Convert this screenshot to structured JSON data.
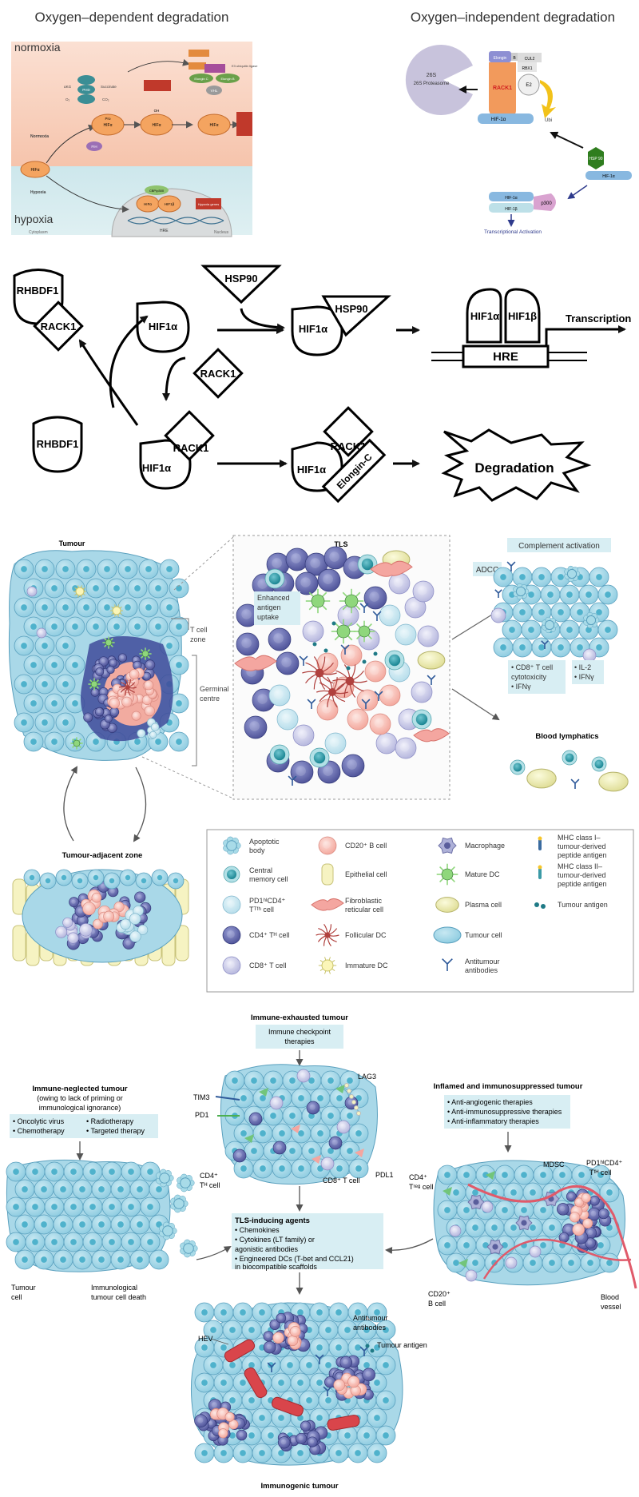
{
  "panel1": {
    "left_title": "Oxygen–dependent degradation",
    "right_title": "Oxygen–independent degradation",
    "normoxia_label": "normoxia",
    "hypoxia_label": "hypoxia",
    "left_mini": {
      "normoxia": "Normoxia",
      "hypoxia": "Hypoxia",
      "cytoplasm": "Cytoplasm",
      "nucleus": "Nucleus",
      "hre": "HRE",
      "hif_alpha": "HIFα",
      "hif_beta": "HIF1β",
      "pro": "Pro",
      "oh": "OH",
      "ubiquitin": "E3 ubiquitin ligase",
      "proteasome_box": "26S proteasome degradation",
      "hypoxia_genes": "Hypoxia genes",
      "cbp": "CBP/p300",
      "elongin_c": "Elongin C",
      "elongin_b": "Elongin B",
      "vhl": "VHL",
      "o2": "O₂",
      "co2": "CO₂",
      "akg": "αKG",
      "succinate": "Succinate",
      "fih": "FIH",
      "phd": "PHD"
    },
    "right_mini": {
      "proteasome": "26S Proteasome",
      "rack1": "RACK1",
      "elongin": "Elongin",
      "b": "B",
      "cul2": "CUL2",
      "rbx1": "RBX1",
      "e2": "E2",
      "hif1a": "HIF-1α",
      "ubi": "Ubi",
      "hsp90": "HSP 90",
      "hif1b": "HIF-1β",
      "p300": "p300",
      "trans_activation": "Transcriptional Activation"
    }
  },
  "panel2": {
    "rhbdf1_top": "RHBDF1",
    "rack1_top": "RACK1",
    "hif1a_top": "HIF1α",
    "hsp90_free": "HSP90",
    "hif1a_hsp": "HIF1α",
    "hsp90_bound": "HSP90",
    "hif1a_dimer": "HIF1α",
    "hif1b_dimer": "HIF1β",
    "hre": "HRE",
    "transcription": "Transcription",
    "rack1_mid": "RACK1",
    "rhbdf1_bottom": "RHBDF1",
    "hif1a_bottom": "HIF1α",
    "rack1_bottom": "RACK1",
    "hif1a_complex": "HIF1α",
    "rack1_complex": "RACK1",
    "elongin_c": "Elongin-C",
    "degradation": "Degradation"
  },
  "panel3": {
    "tumour": "Tumour",
    "tls": "TLS",
    "t_cell_zone": [
      "T cell",
      "zone"
    ],
    "germinal_centre": [
      "Germinal",
      "centre"
    ],
    "enhanced_antigen": [
      "Enhanced",
      "antigen",
      "uptake"
    ],
    "complement_activation": "Complement activation",
    "adcc": "ADCC",
    "cd8_effects": [
      "• CD8⁺ T cell",
      "  cytotoxicity",
      "• IFNγ"
    ],
    "il2_effects": [
      "• IL-2",
      "• IFNγ"
    ],
    "blood_lymphatics": "Blood lymphatics",
    "tumour_adjacent": "Tumour-adjacent zone",
    "legend": [
      [
        "Apoptotic",
        "body"
      ],
      [
        "Central",
        "memory cell"
      ],
      [
        "PD1ʰᴵCD4⁺",
        "Tᵀᶠʰ cell"
      ],
      [
        "CD4⁺ Tᴴ cell"
      ],
      [
        "CD8⁺ T cell"
      ],
      [
        "CD20⁺ B cell"
      ],
      [
        "Epithelial cell"
      ],
      [
        "Fibroblastic",
        "reticular cell"
      ],
      [
        "Follicular DC"
      ],
      [
        "Immature DC"
      ],
      [
        "Macrophage"
      ],
      [
        "Mature DC"
      ],
      [
        "Plasma cell"
      ],
      [
        "Tumour cell"
      ],
      [
        "Antitumour",
        "antibodies"
      ],
      [
        "MHC class I–",
        "tumour-derived",
        "peptide antigen"
      ],
      [
        "MHC class II–",
        "tumour-derived",
        "peptide antigen"
      ],
      [
        "Tumour antigen"
      ]
    ]
  },
  "panel4": {
    "immune_exhausted": "Immune-exhausted tumour",
    "checkpoint": [
      "Immune checkpoint",
      "therapies"
    ],
    "lag3": "LAG3",
    "tim3": "TIM3",
    "pd1": "PD1",
    "cd4_th": [
      "CD4⁺",
      "Tᴴ cell"
    ],
    "cd8_t": "CD8⁺ T cell",
    "pdl1": "PDL1",
    "neglected_title": [
      "Immune-neglected tumour",
      "(owing to lack of priming or",
      "immunological ignorance)"
    ],
    "neglected_therapies": [
      "• Oncolytic virus",
      "• Radiotherapy",
      "• Chemotherapy",
      "• Targeted therapy"
    ],
    "tumour_cell": [
      "Tumour",
      "cell"
    ],
    "immunological_death": [
      "Immunological",
      "tumour cell death"
    ],
    "inflamed_title": "Inflamed and immunosuppressed tumour",
    "inflamed_therapies": [
      "• Anti-angiogenic therapies",
      "• Anti-immunosuppressive therapies",
      "• Anti-inflammatory therapies"
    ],
    "cd4_treg": [
      "CD4⁺",
      "Tʳᵉᵍ cell"
    ],
    "mdsc": "MDSC",
    "pd1hi_cd4": [
      "PD1ʰᴵCD4⁺",
      "Tᶠᴴ cell"
    ],
    "cd20_b": [
      "CD20⁺",
      "B cell"
    ],
    "blood_vessel": [
      "Blood",
      "vessel"
    ],
    "tls_agents_title": "TLS-inducing agents",
    "tls_agents": [
      "• Chemokines",
      "• Cytokines (LT family) or",
      "  agonistic antibodies",
      "• Engineered DCs (T-bet and CCL21)",
      "  in biocompatible scaffolds"
    ],
    "hev": "HEV",
    "antitumour_antibodies": [
      "Antitumour",
      "antibodies"
    ],
    "tumour_antigen": "Tumour antigen",
    "immunogenic": "Immunogenic tumour"
  }
}
